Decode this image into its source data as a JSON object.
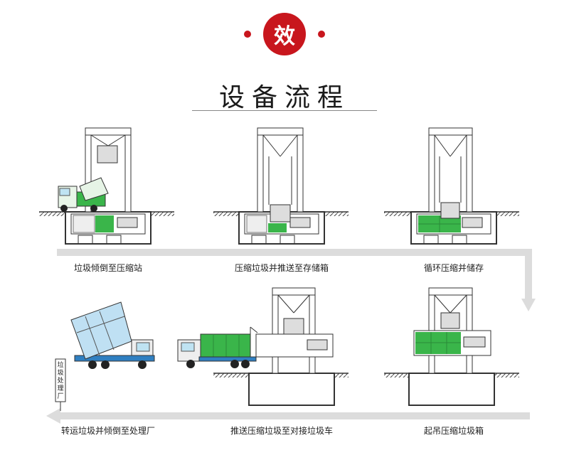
{
  "header": {
    "badge_char": "效",
    "title": "设备流程"
  },
  "steps": [
    {
      "label": "垃圾倾倒至压缩站"
    },
    {
      "label": "压缩垃圾并推送至存储箱"
    },
    {
      "label": "循环压缩并储存"
    },
    {
      "label": "起吊压缩垃圾箱"
    },
    {
      "label": "推送压缩垃圾至对接垃圾车"
    },
    {
      "label": "转运垃圾并倾倒至处理厂"
    }
  ],
  "sign": {
    "text": "垃圾处理厂"
  },
  "colors": {
    "accent_red": "#c8161d",
    "green": "#3ab54a",
    "blue": "#2f7fc1",
    "gray": "#cfcfcf",
    "arrow": "#d8d8d8"
  }
}
